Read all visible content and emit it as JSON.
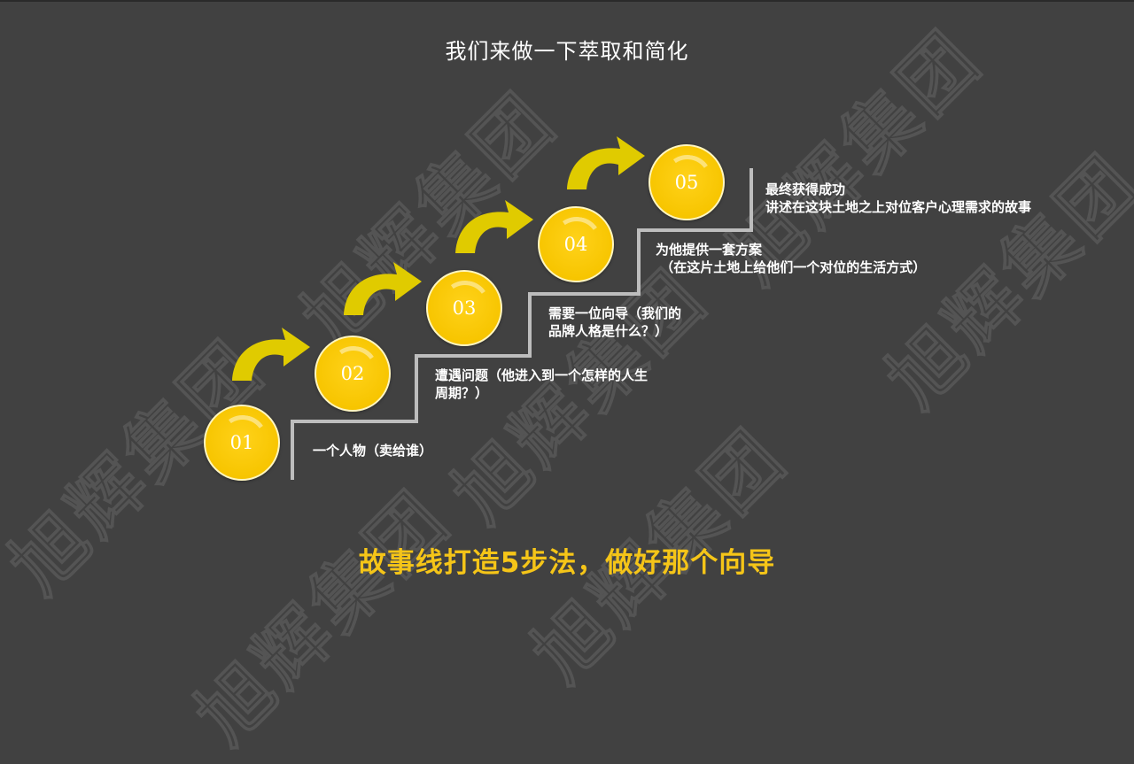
{
  "slide": {
    "title": "我们来做一下萃取和简化",
    "tagline": "故事线打造5步法，做好那个向导",
    "watermark": "旭辉集团",
    "colors": {
      "background": "#414141",
      "circle": "#f7c500",
      "arrow": "#e0cb00",
      "stair_line": "#bdbdbd",
      "tagline": "#f5c518",
      "text": "#ffffff"
    }
  },
  "steps": [
    {
      "number": "01",
      "text": "一个人物（卖给谁）"
    },
    {
      "number": "02",
      "text": "遭遇问题（他进入到一个怎样的人生\n周期？）"
    },
    {
      "number": "03",
      "text": "需要一位向导（我们的\n品牌人格是什么？）"
    },
    {
      "number": "04",
      "text": "为他提供一套方案\n （在这片土地上给他们一个对位的生活方式）"
    },
    {
      "number": "05",
      "text": "最终获得成功\n讲述在这块土地之上对位客户心理需求的故事"
    }
  ]
}
